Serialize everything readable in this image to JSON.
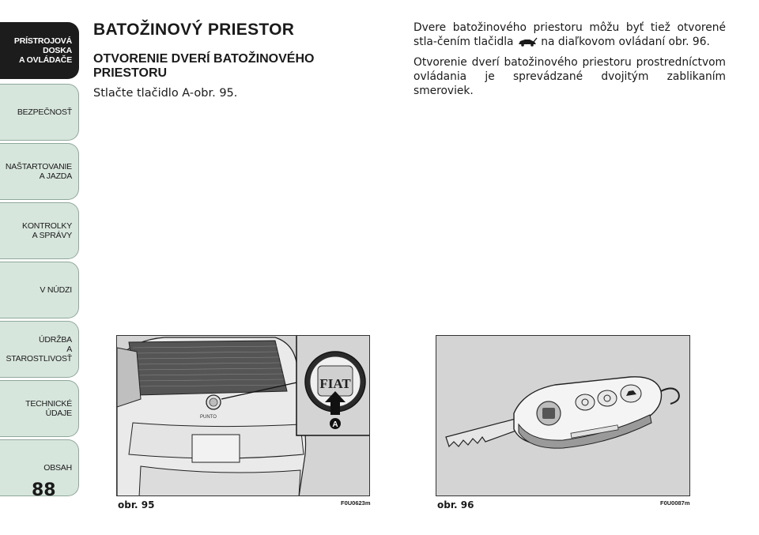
{
  "sidebar": {
    "tabs": [
      {
        "label": "PRÍSTROJOVÁ\nDOSKA\nA OVLÁDAČE",
        "active": true
      },
      {
        "label": "BEZPEČNOSŤ",
        "active": false
      },
      {
        "label": "NAŠTARTOVANIE\nA JAZDA",
        "active": false
      },
      {
        "label": "KONTROLKY\nA SPRÁVY",
        "active": false
      },
      {
        "label": "V NÚDZI",
        "active": false
      },
      {
        "label": "ÚDRŽBA\nA STAROSTLIVOSŤ",
        "active": false
      },
      {
        "label": "TECHNICKÉ ÚDAJE",
        "active": false
      },
      {
        "label": "OBSAH",
        "active": false
      }
    ]
  },
  "page_number": "88",
  "section_title": "BATOŽINOVÝ PRIESTOR",
  "subsection_title": "OTVORENIE DVERÍ BATOŽINOVÉHO PRIESTORU",
  "paragraph_left": "Stlačte tlačidlo A-obr. 95.",
  "paragraph_right_1a": "Dvere batožinového priestoru môžu byť tiež otvorené stla-čením tlačidla",
  "paragraph_right_1b": "na diaľkovom ovládaní obr. 96.",
  "paragraph_right_2": "Otvorenie dverí batožinového priestoru prostredníctvom ovládania je sprevádzané dvojitým zablikaním smeroviek.",
  "figure1": {
    "caption": "obr. 95",
    "code": "F0U0623m",
    "logo_text": "FIAT",
    "model_text": "PUNTO",
    "callout": "A"
  },
  "figure2": {
    "caption": "obr. 96",
    "code": "F0U0087m"
  },
  "icons": {
    "trunk": "car-trunk-icon"
  }
}
